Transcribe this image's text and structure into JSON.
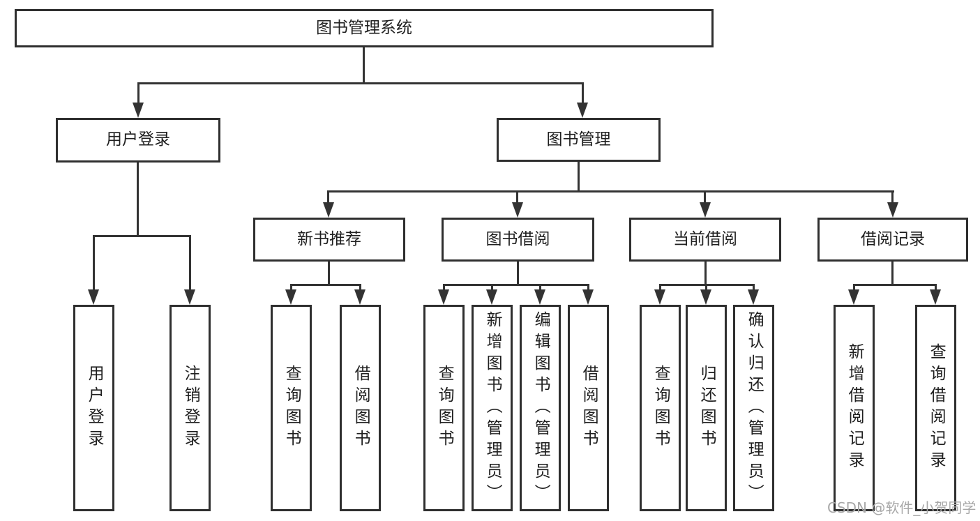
{
  "diagram_title": "图书管理系统",
  "nodes": {
    "root": {
      "label": "图书管理系统"
    },
    "user_login": {
      "label": "用户登录"
    },
    "book_management": {
      "label": "图书管理"
    },
    "new_book_recommend": {
      "label": "新书推荐"
    },
    "book_borrow": {
      "label": "图书借阅"
    },
    "current_borrow": {
      "label": "当前借阅"
    },
    "borrow_records": {
      "label": "借阅记录"
    },
    "leaf_user_login": {
      "label": "用户登录"
    },
    "leaf_logout": {
      "label": "注销登录"
    },
    "leaf_query_book_recommend": {
      "label": "查询图书"
    },
    "leaf_borrow_book_recommend": {
      "label": "借阅图书"
    },
    "leaf_query_book_borrow": {
      "label": "查询图书"
    },
    "leaf_add_book": {
      "label": "新增图书（管理员）"
    },
    "leaf_edit_book": {
      "label": "编辑图书（管理员）"
    },
    "leaf_borrow_book_borrow": {
      "label": "借阅图书"
    },
    "leaf_query_book_current": {
      "label": "查询图书"
    },
    "leaf_return_book": {
      "label": "归还图书"
    },
    "leaf_confirm_return": {
      "label": "确认归还（管理员）"
    },
    "leaf_add_borrow_record": {
      "label": "新增借阅记录"
    },
    "leaf_query_borrow_record": {
      "label": "查询借阅记录"
    }
  },
  "hierarchy": {
    "图书管理系统": {
      "用户登录": [
        "用户登录",
        "注销登录"
      ],
      "图书管理": {
        "新书推荐": [
          "查询图书",
          "借阅图书"
        ],
        "图书借阅": [
          "查询图书",
          "新增图书（管理员）",
          "编辑图书（管理员）",
          "借阅图书"
        ],
        "当前借阅": [
          "查询图书",
          "归还图书",
          "确认归还（管理员）"
        ],
        "借阅记录": [
          "新增借阅记录",
          "查询借阅记录"
        ]
      }
    }
  },
  "watermark": {
    "text": "CSDN @软件_小贺同学",
    "color": "#a8a8a8"
  },
  "colors": {
    "line": "#333333",
    "border": "#2f2f2f",
    "text": "#1f1f1f",
    "background": "#ffffff"
  }
}
